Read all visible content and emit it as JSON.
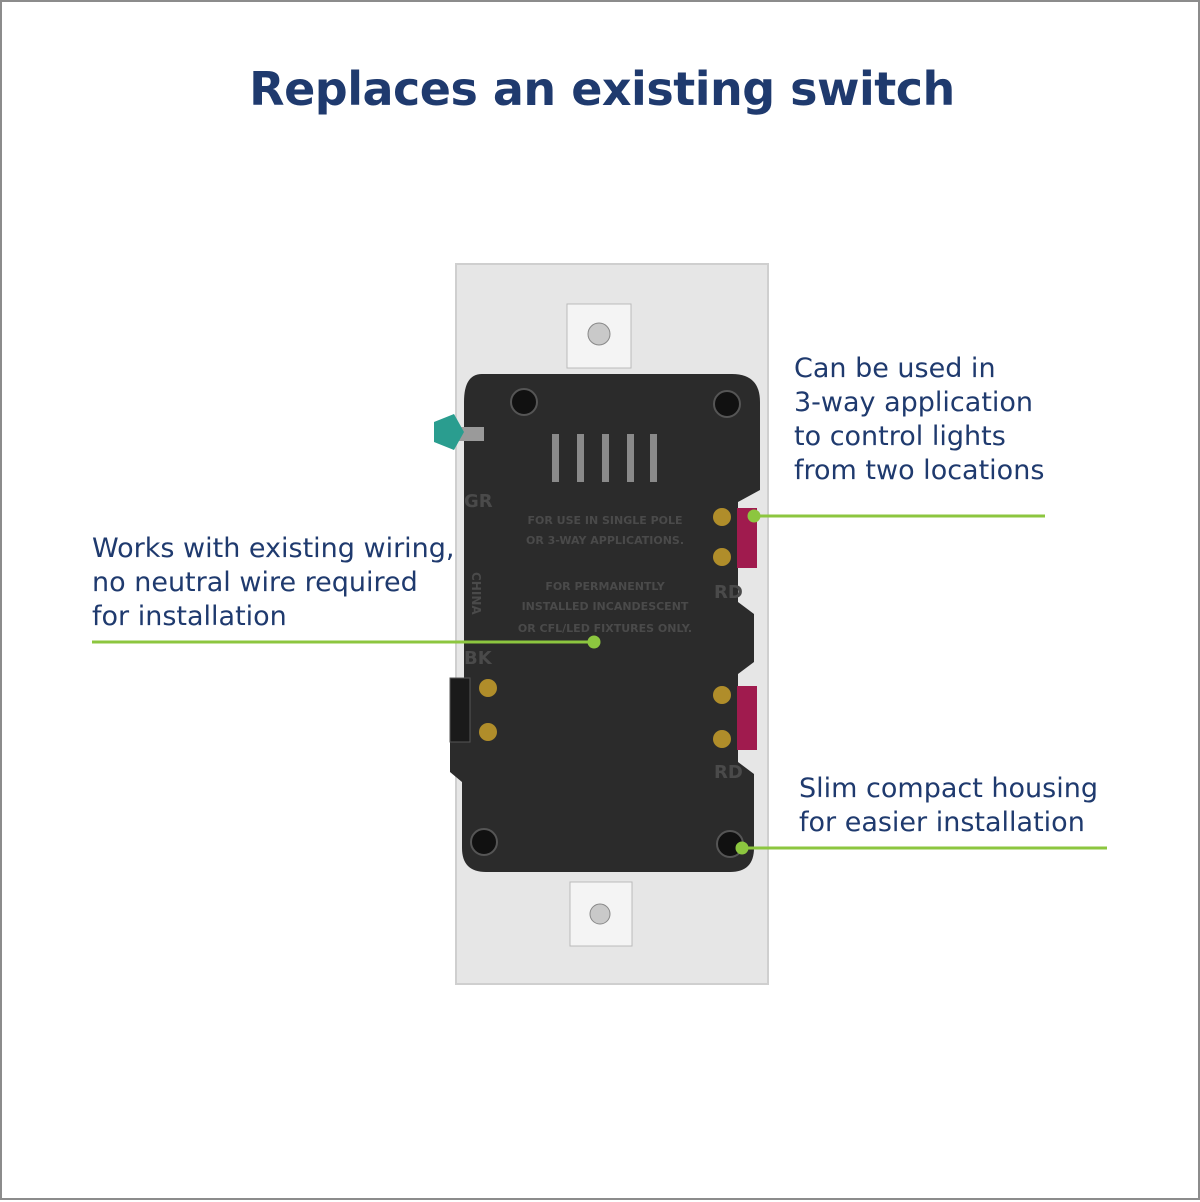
{
  "title": "Replaces an existing switch",
  "callouts": {
    "three_way": "Can be used in\n3-way application\nto control lights\nfrom two locations",
    "wiring": "Works with existing wiring,\nno neutral wire required\nfor installation",
    "housing": "Slim compact housing\nfor easier installation"
  },
  "device_labels": {
    "ground": "GR",
    "origin": "CHINA",
    "line_1": "FOR USE IN SINGLE POLE",
    "line_2": "OR 3-WAY APPLICATIONS.",
    "line_3": "FOR PERMANENTLY",
    "line_4": "INSTALLED INCANDESCENT",
    "line_5": "OR CFL/LED FIXTURES ONLY.",
    "black_terminal": "BK",
    "red_terminal_top": "RD",
    "red_terminal_bottom": "RD"
  },
  "colors": {
    "title": "#1f3a6e",
    "leader_line": "#8cc63f",
    "housing": "#2b2b2b",
    "strap": "#e6e6e6"
  }
}
